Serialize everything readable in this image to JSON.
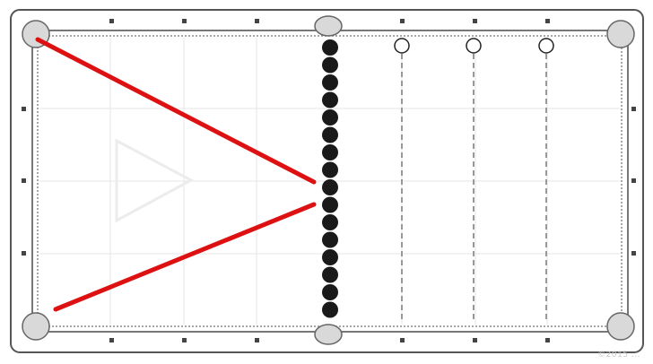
{
  "diagram": {
    "type": "pool-table-drill",
    "colors": {
      "table_frame": "#555555",
      "rail_fill": "#ffffff",
      "cloth": "#ffffff",
      "grid": "#e6e6e6",
      "pocket": "#d9d9d9",
      "diamond_marker": "#444444",
      "object_ball": "#1a1a1a",
      "cue_ball_outline": "#222222",
      "guide_line": "#999999",
      "aim_line": "#dd1111",
      "rack_outline": "#ececec"
    },
    "object_balls_count": 16,
    "cue_ball_positions_count": 3,
    "aim_lines": [
      {
        "from": "top-left-corner-pocket",
        "to": "ball-line-center"
      },
      {
        "from": "bottom-left-corner-pocket",
        "to": "ball-line-center"
      }
    ],
    "copyright": "©2015 ..."
  }
}
